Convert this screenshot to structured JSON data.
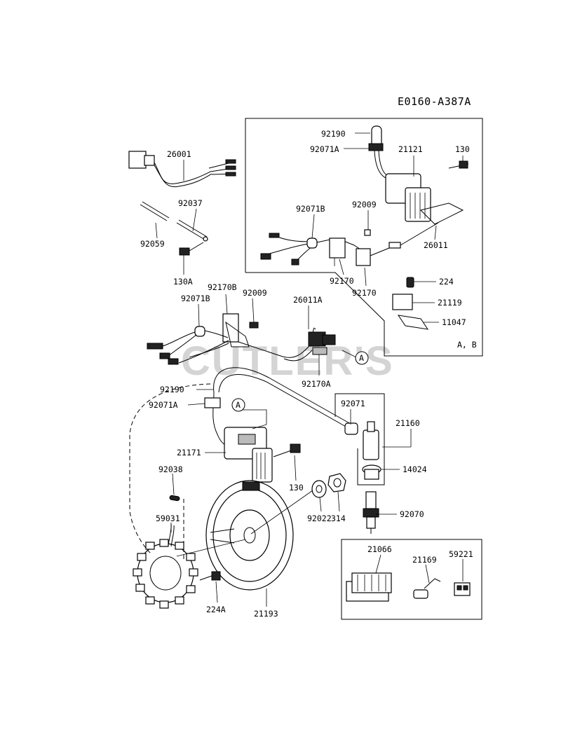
{
  "diagram_code": "E0160-A387A",
  "watermark": "CUTLER'S",
  "kit_box_label": "A, B",
  "ref_marker": "A",
  "labels": {
    "p92190_top": "92190",
    "p92071A_top": "92071A",
    "p21121": "21121",
    "p130_top": "130",
    "p26001": "26001",
    "p92037": "92037",
    "p92009_top": "92009",
    "p92071B_top": "92071B",
    "p92059": "92059",
    "p26011": "26011",
    "p130A": "130A",
    "p92170_a": "92170",
    "p92170_b": "92170",
    "p224": "224",
    "p21119": "21119",
    "p11047": "11047",
    "p92170B": "92170B",
    "p92071B_mid": "92071B",
    "p92009_mid": "92009",
    "p26011A": "26011A",
    "p92170A": "92170A",
    "p92190_mid": "92190",
    "p92071A_mid": "92071A",
    "p92071": "92071",
    "p21160": "21160",
    "p21171": "21171",
    "p14024": "14024",
    "p92038": "92038",
    "p130_mid": "130",
    "p92070": "92070",
    "p59031": "59031",
    "p92022": "92022",
    "p314": "314",
    "p224A": "224A",
    "p21193": "21193",
    "p21066": "21066",
    "p21169": "21169",
    "p59221": "59221"
  }
}
